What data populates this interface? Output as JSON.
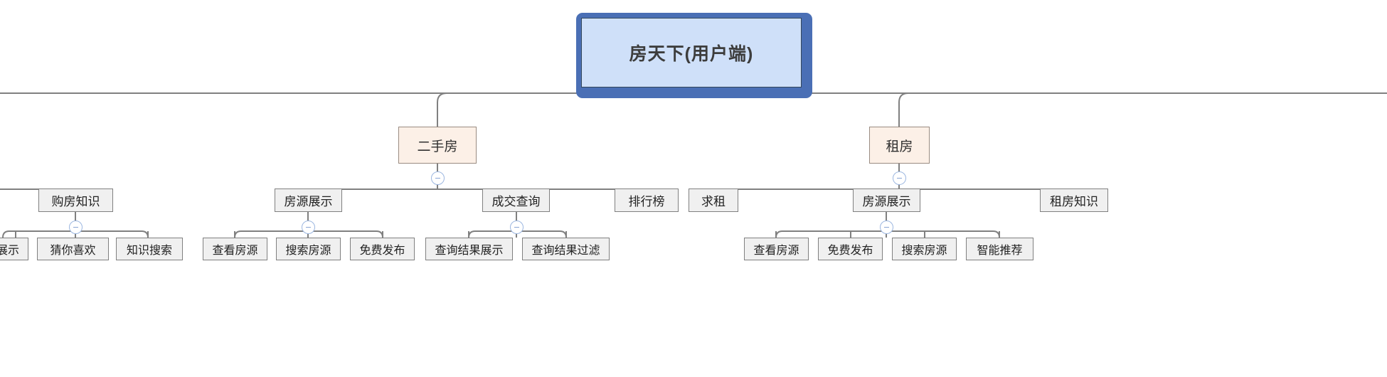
{
  "diagram": {
    "type": "mindmap-tree",
    "title": "房天下(用户端)",
    "orientation": "top-down",
    "colors": {
      "root_fill": "#cfe0f9",
      "root_selection_border": "#4a6fb5",
      "category_fill": "#fcf0e7",
      "category_border": "#9a8c82",
      "item_fill": "#f0f0f0",
      "item_border": "#808080",
      "edge": "#808080",
      "toggle_border": "#9bb6e0"
    }
  },
  "root": {
    "label": "房天下(用户端)",
    "selected": true
  },
  "categories": [
    {
      "label": "二手房",
      "collapsed": false
    },
    {
      "label": "租房",
      "collapsed": false
    }
  ],
  "items": [
    {
      "label": "购房知识"
    },
    {
      "label": "房源展示"
    },
    {
      "label": "成交查询"
    },
    {
      "label": "排行榜"
    },
    {
      "label": "求租"
    },
    {
      "label": "房源展示"
    },
    {
      "label": "租房知识"
    }
  ],
  "leaves": [
    {
      "label": "展示"
    },
    {
      "label": "猜你喜欢"
    },
    {
      "label": "知识搜索"
    },
    {
      "label": "查看房源"
    },
    {
      "label": "搜索房源"
    },
    {
      "label": "免费发布"
    },
    {
      "label": "查询结果展示"
    },
    {
      "label": "查询结果过滤"
    },
    {
      "label": "查看房源"
    },
    {
      "label": "免费发布"
    },
    {
      "label": "搜索房源"
    },
    {
      "label": "智能推荐"
    }
  ],
  "toggles": [
    {
      "name": "toggle-ershoufang",
      "symbol": "−"
    },
    {
      "name": "toggle-zufang",
      "symbol": "−"
    },
    {
      "name": "toggle-goufangzhishi",
      "symbol": "−"
    },
    {
      "name": "toggle-fangyuanzhanshi-1",
      "symbol": "−"
    },
    {
      "name": "toggle-chengjiaochaxun",
      "symbol": "−"
    },
    {
      "name": "toggle-fangyuanzhanshi-2",
      "symbol": "−"
    }
  ]
}
